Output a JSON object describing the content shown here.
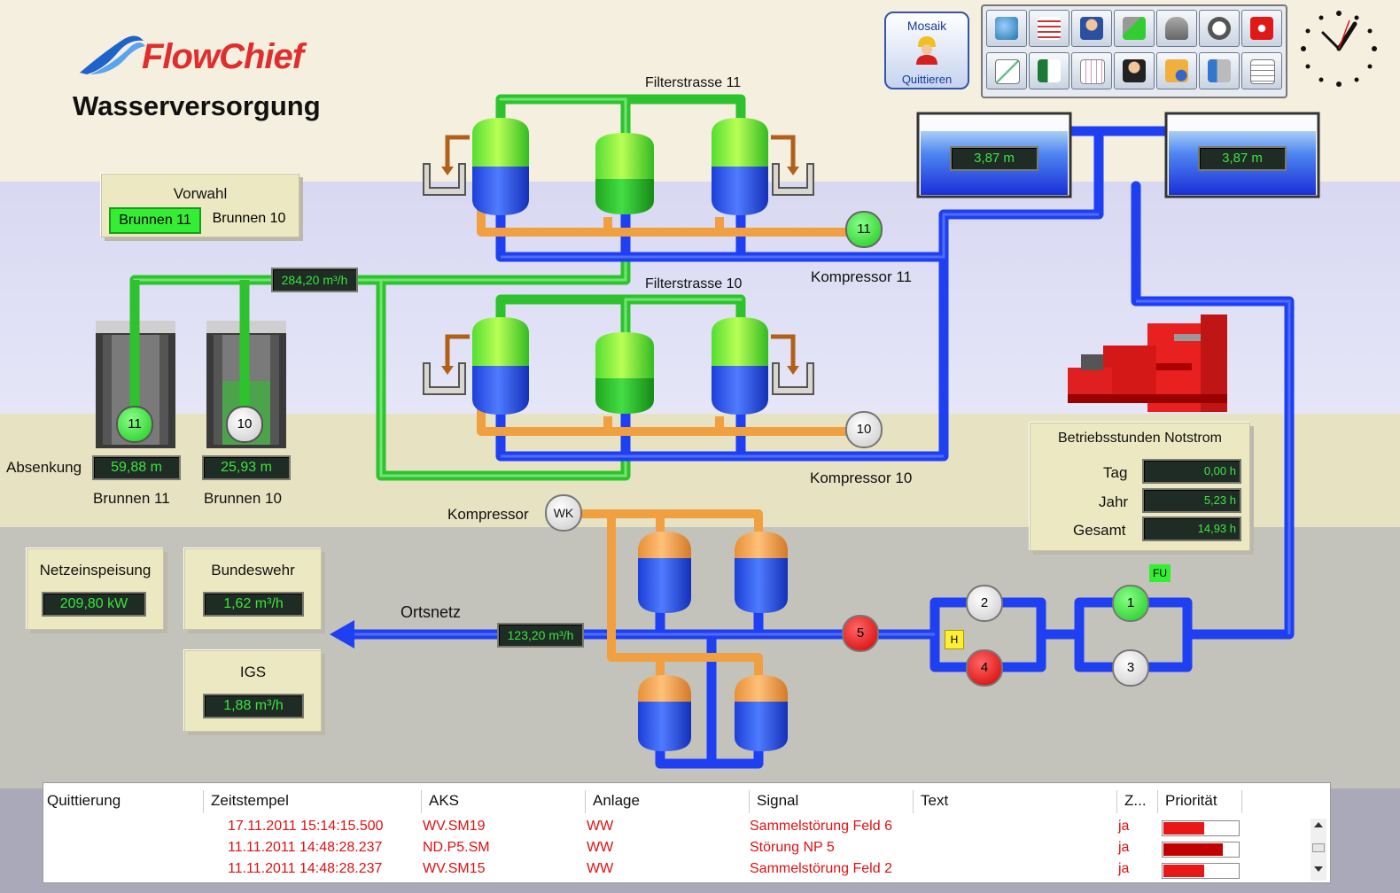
{
  "brand": {
    "name": "FlowChief",
    "page_title": "Wasserversorgung"
  },
  "mosaik": {
    "title": "Mosaik",
    "action": "Quittieren"
  },
  "toolbar": {
    "icons": [
      "network-icon",
      "calendar-icon",
      "users-icon",
      "tools-check-icon",
      "database-error-icon",
      "gauge-error-icon",
      "power-icon",
      "trend-chart-icon",
      "excel-icon",
      "spreadsheet-icon",
      "presenter-icon",
      "user-info-icon",
      "database-transfer-icon",
      "report-icon"
    ]
  },
  "vorwahl": {
    "title": "Vorwahl",
    "active": "Brunnen 11",
    "inactive": "Brunnen 10"
  },
  "filter": {
    "line11": "Filterstrasse 11",
    "line10": "Filterstrasse 10"
  },
  "compressors": {
    "k11": "Kompressor 11",
    "k10": "Kompressor 10",
    "main": "Kompressor",
    "main_badge": "WK",
    "k11_badge": "11",
    "k10_badge": "10"
  },
  "tanks": {
    "left_level": "3,87 m",
    "right_level": "3,87 m"
  },
  "flow_main": "284,20 m³/h",
  "wells": {
    "absenkung_label": "Absenkung",
    "w11": {
      "name": "Brunnen 11",
      "value": "59,88 m",
      "pump": "11"
    },
    "w10": {
      "name": "Brunnen 10",
      "value": "25,93 m",
      "pump": "10"
    }
  },
  "generator": {
    "title": "Betriebsstunden Notstrom",
    "rows": [
      {
        "label": "Tag",
        "value": "0,00 h"
      },
      {
        "label": "Jahr",
        "value": "5,23 h"
      },
      {
        "label": "Gesamt",
        "value": "14,93 h"
      }
    ]
  },
  "meters": {
    "netz": {
      "label": "Netzeinspeisung",
      "value": "209,80 kW"
    },
    "bund": {
      "label": "Bundeswehr",
      "value": "1,62 m³/h"
    },
    "igs": {
      "label": "IGS",
      "value": "1,88 m³/h"
    }
  },
  "ortsnetz": {
    "label": "Ortsnetz",
    "flow": "123,20 m³/h"
  },
  "pumps": {
    "p1": "1",
    "p2": "2",
    "p3": "3",
    "p4": "4",
    "p5": "5",
    "fu": "FU",
    "h": "H"
  },
  "colors": {
    "water": "#1f3df0",
    "clean": "#22cc22",
    "air": "#f0a040",
    "alarm": "#e01010",
    "panel": "#ece9c2"
  },
  "alarms": {
    "columns": [
      "Quittierung",
      "Zeitstempel",
      "AKS",
      "Anlage",
      "Signal",
      "Text",
      "Z...",
      "Priorität"
    ],
    "rows": [
      {
        "ts": "17.11.2011 15:14:15.500",
        "aks": "WV.SM19",
        "anlage": "WW",
        "signal": "Sammelstörung Feld 6",
        "z": "ja",
        "prio": 0.55
      },
      {
        "ts": "11.11.2011 14:48:28.237",
        "aks": "ND.P5.SM",
        "anlage": "WW",
        "signal": "Störung NP 5",
        "z": "ja",
        "prio": 0.8
      },
      {
        "ts": "11.11.2011 14:48:28.237",
        "aks": "WV.SM15",
        "anlage": "WW",
        "signal": "Sammelstörung Feld 2",
        "z": "ja",
        "prio": 0.55
      }
    ]
  }
}
